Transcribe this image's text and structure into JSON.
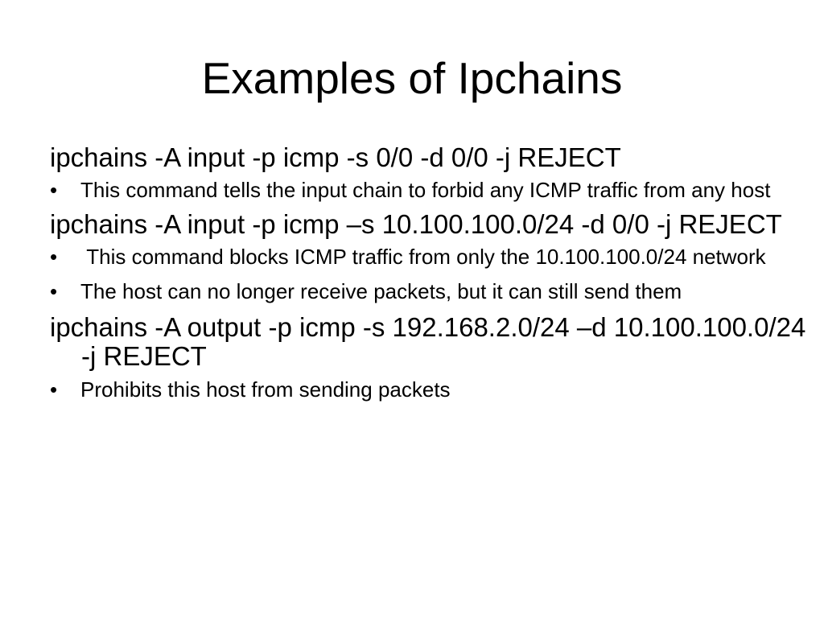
{
  "slide": {
    "title": "Examples of Ipchains",
    "bullet_char": "•",
    "items": [
      {
        "kind": "cmd",
        "text": "ipchains -A input -p icmp -s 0/0 -d 0/0 -j REJECT"
      },
      {
        "kind": "bullet",
        "text": "This command tells the input chain to forbid any ICMP traffic from any host"
      },
      {
        "kind": "cmd",
        "text": "ipchains -A input -p icmp –s 10.100.100.0/24 -d 0/0 -j REJECT"
      },
      {
        "kind": "bullet",
        "text": " This command blocks ICMP traffic from only the 10.100.100.0/24 network"
      },
      {
        "kind": "bullet",
        "text": "The host can no longer receive packets, but it can still send them"
      },
      {
        "kind": "cmd",
        "text": "ipchains -A output -p icmp -s 192.168.2.0/24 –d 10.100.100.0/24 -j REJECT"
      },
      {
        "kind": "bullet",
        "text": "Prohibits this host from sending packets"
      }
    ]
  }
}
